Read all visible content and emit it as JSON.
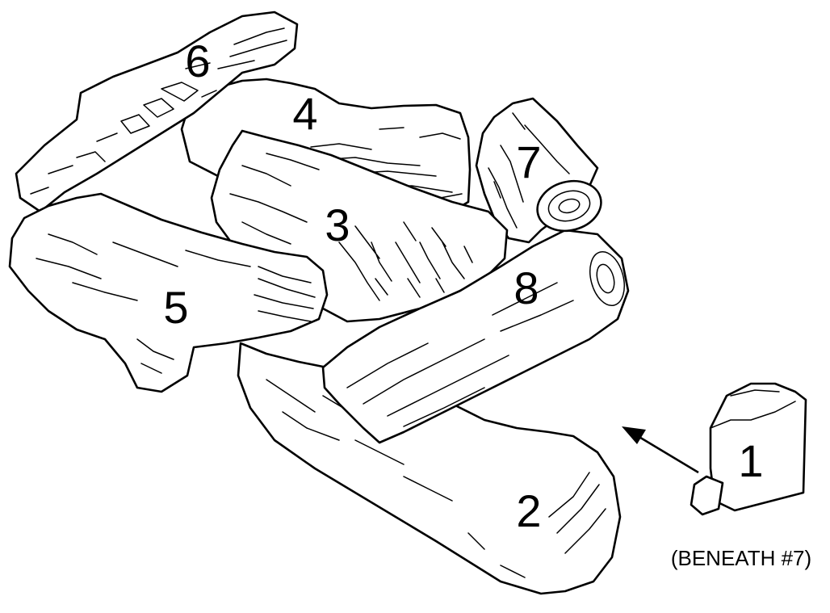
{
  "logs": [
    {
      "id": "1",
      "label": "1"
    },
    {
      "id": "2",
      "label": "2"
    },
    {
      "id": "3",
      "label": "3"
    },
    {
      "id": "4",
      "label": "4"
    },
    {
      "id": "5",
      "label": "5"
    },
    {
      "id": "6",
      "label": "6"
    },
    {
      "id": "7",
      "label": "7"
    },
    {
      "id": "8",
      "label": "8"
    }
  ],
  "note": "(BENEATH #7)"
}
